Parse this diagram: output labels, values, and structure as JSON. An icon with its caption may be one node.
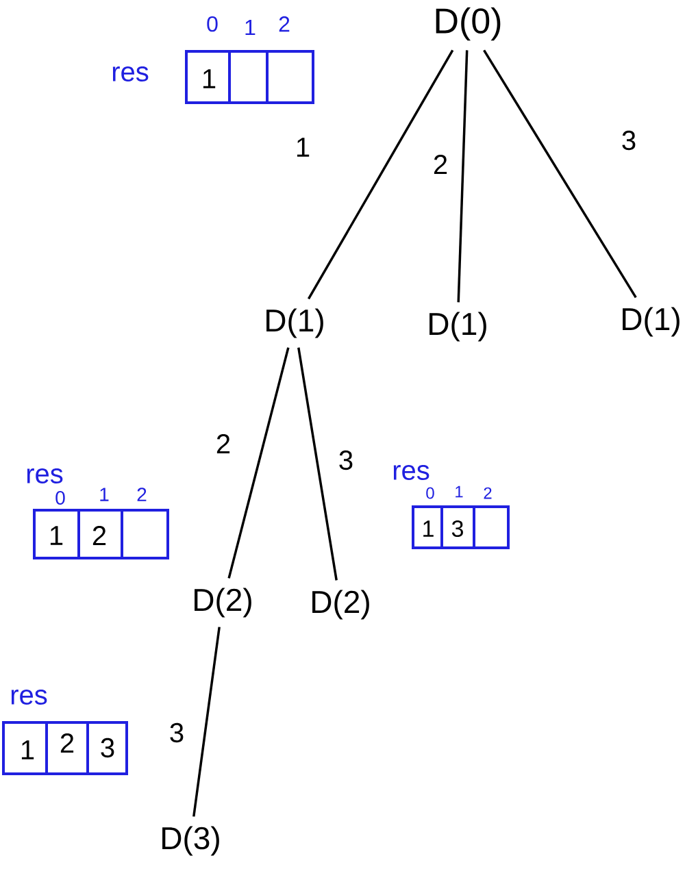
{
  "diagram": {
    "nodes": [
      {
        "text": [
          "D(0)"
        ]
      },
      {
        "text": [
          "D(1)"
        ]
      },
      {
        "text": [
          "D(1)"
        ]
      },
      {
        "text": [
          "D(1)"
        ]
      },
      {
        "text": [
          "D(2)"
        ]
      },
      {
        "text": [
          "D(2)"
        ]
      },
      {
        "text": [
          "D(3)"
        ]
      }
    ],
    "edges": [
      {
        "from": 0,
        "to": 1,
        "arrow": "none",
        "label": "1"
      },
      {
        "from": 0,
        "to": 2,
        "arrow": "none",
        "label": "2"
      },
      {
        "from": 0,
        "to": 3,
        "arrow": "none",
        "label": "3"
      },
      {
        "from": 1,
        "to": 4,
        "arrow": "none",
        "label": "2"
      },
      {
        "from": 1,
        "to": 5,
        "arrow": "none",
        "label": "3"
      },
      {
        "from": 4,
        "to": 6,
        "arrow": "none",
        "label": "3"
      }
    ],
    "labels": [
      "res",
      "0",
      "1",
      "2",
      "1",
      "res",
      "0",
      "1",
      "2",
      "1",
      "2",
      "res",
      "0",
      "1",
      "2",
      "1",
      "3",
      "res",
      "1",
      "2",
      "3"
    ]
  }
}
